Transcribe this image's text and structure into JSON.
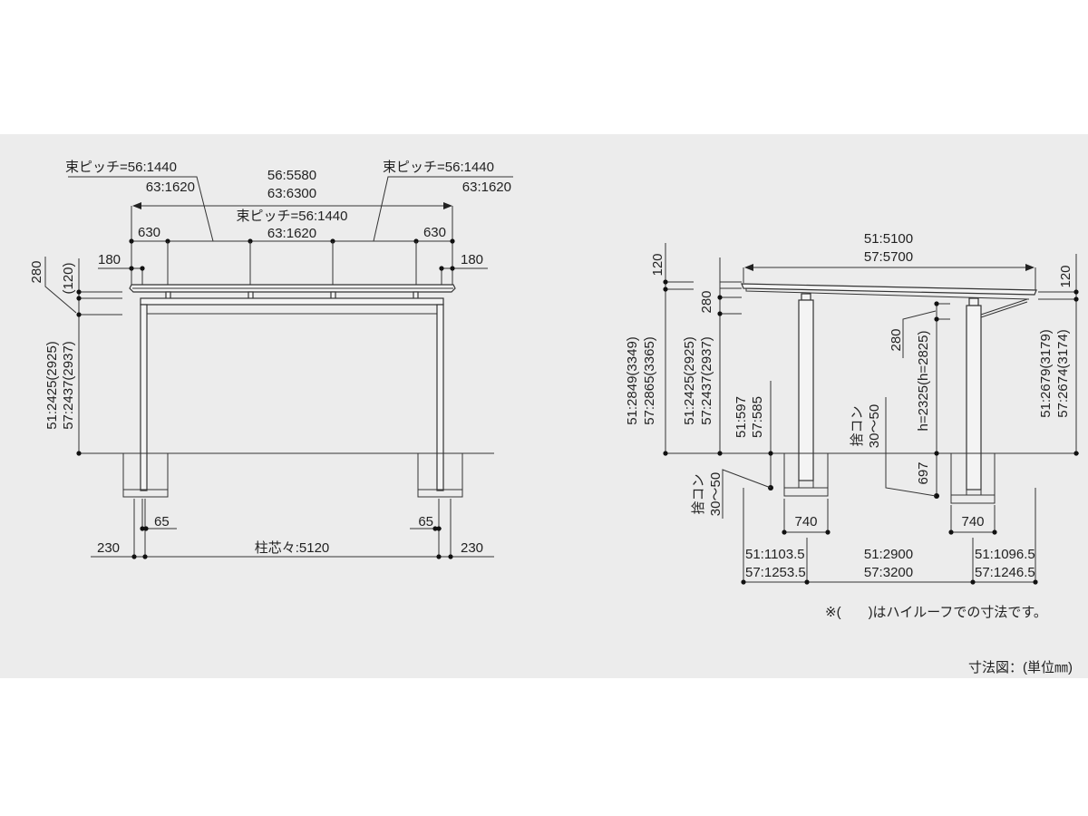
{
  "front_view": {
    "pitch_left": {
      "line1": "束ピッチ=56:1440",
      "line2": "63:1620"
    },
    "pitch_right": {
      "line1": "束ピッチ=56:1440",
      "line2": "63:1620"
    },
    "overall_width": {
      "line1": "56:5580",
      "line2": "63:6300"
    },
    "pitch_center": {
      "line1": "束ピッチ=56:1440",
      "line2": "63:1620"
    },
    "end_630_left": "630",
    "end_630_right": "630",
    "edge_180_left": "180",
    "edge_180_right": "180",
    "dim_280": "280",
    "dim_120": "(120)",
    "height": {
      "line1": "51:2425(2925)",
      "line2": "57:2437(2937)"
    },
    "post_65_left": "65",
    "post_65_right": "65",
    "edge_230_left": "230",
    "edge_230_right": "230",
    "post_center": "柱芯々:5120"
  },
  "side_view": {
    "roof_length": {
      "line1": "51:5100",
      "line2": "57:5700"
    },
    "dim_120_left": "120",
    "dim_120_right": "120",
    "total_height": {
      "line1": "51:2849(3349)",
      "line2": "57:2865(3365)"
    },
    "dim_280_left": "280",
    "eave_height": {
      "line1": "51:2425(2925)",
      "line2": "57:2437(2937)"
    },
    "embed_left": {
      "line1": "51:597",
      "line2": "57:585"
    },
    "lean_concrete_left": {
      "line1": "捨コン",
      "line2": "30～50"
    },
    "dim_280_mid": "280",
    "post_height": "h=2325(h=2825)",
    "lean_concrete_mid": {
      "line1": "捨コン",
      "line2": "30～50"
    },
    "embed_right": "697",
    "right_height": {
      "line1": "51:2679(3179)",
      "line2": "57:2674(3174)"
    },
    "footing_left": "740",
    "footing_right": "740",
    "overhang_front": {
      "line1": "51:1103.5",
      "line2": "57:1253.5"
    },
    "post_span": {
      "line1": "51:2900",
      "line2": "57:3200"
    },
    "overhang_back": {
      "line1": "51:1096.5",
      "line2": "57:1246.5"
    }
  },
  "note": "※(　　)はハイルーフでの寸法です。",
  "caption": "寸法図：(単位㎜)"
}
